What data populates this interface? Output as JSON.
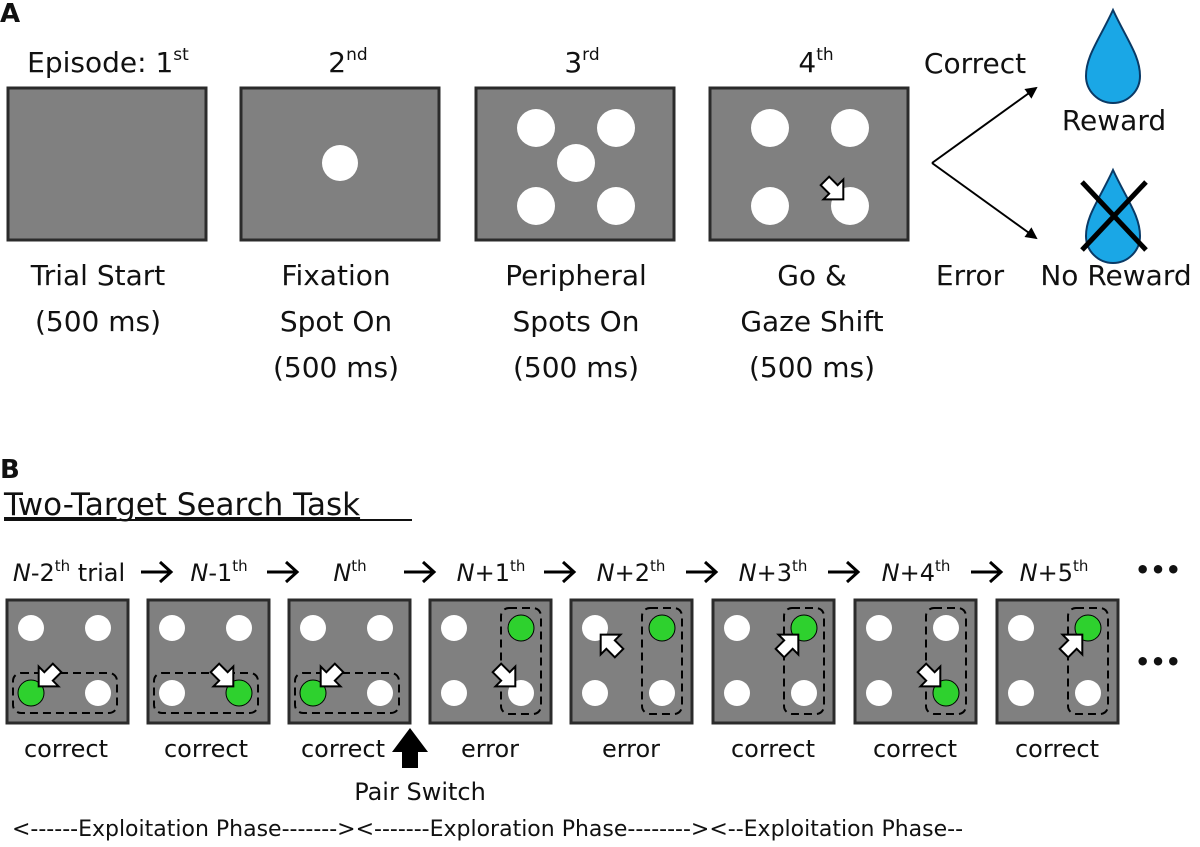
{
  "panel_a": {
    "letter": "A",
    "episodes": [
      {
        "title_main": "Episode: 1",
        "title_sup": "st",
        "caption": [
          "Trial Start",
          "(500 ms)"
        ],
        "spots": "none"
      },
      {
        "title_main": "2",
        "title_sup": "nd",
        "caption": [
          "Fixation",
          "Spot On",
          "(500 ms)"
        ],
        "spots": "center"
      },
      {
        "title_main": "3",
        "title_sup": "rd",
        "caption": [
          "Peripheral",
          "Spots On",
          "(500 ms)"
        ],
        "spots": "five"
      },
      {
        "title_main": "4",
        "title_sup": "th",
        "caption": [
          "Go &",
          "Gaze Shift",
          "(500 ms)"
        ],
        "spots": "four-arrow"
      }
    ],
    "outcomes": {
      "correct_label": "Correct",
      "error_label": "Error",
      "reward_label": "Reward",
      "no_reward_label": "No Reward",
      "drop_color": "#1aa7e6"
    }
  },
  "panel_b": {
    "letter": "B",
    "title": "Two-Target Search Task",
    "trials": [
      {
        "pre": "N",
        "mid": "-2",
        "sup": "th",
        "post": " trial",
        "result": "correct"
      },
      {
        "pre": "N",
        "mid": "-1",
        "sup": "th",
        "post": "",
        "result": "correct"
      },
      {
        "pre": "N",
        "mid": "",
        "sup": "th",
        "post": "",
        "result": "correct"
      },
      {
        "pre": "N",
        "mid": "+1",
        "sup": "th",
        "post": "",
        "result": "error"
      },
      {
        "pre": "N",
        "mid": "+2",
        "sup": "th",
        "post": "",
        "result": "error"
      },
      {
        "pre": "N",
        "mid": "+3",
        "sup": "th",
        "post": "",
        "result": "correct"
      },
      {
        "pre": "N",
        "mid": "+4",
        "sup": "th",
        "post": "",
        "result": "correct"
      },
      {
        "pre": "N",
        "mid": "+5",
        "sup": "th",
        "post": "",
        "result": "correct"
      }
    ],
    "ellipsis": "•••",
    "pair_switch_label": "Pair Switch",
    "phase_line": "<------Exploitation Phase------->",
    "phase_exploration": "<-------Exploration Phase-------->",
    "phase_exploitation_end": "<--Exploitation Phase--",
    "target_color": "#2ed12e"
  },
  "colors": {
    "screen": "#808080",
    "border": "#2b2b2b",
    "spot": "#ffffff"
  }
}
